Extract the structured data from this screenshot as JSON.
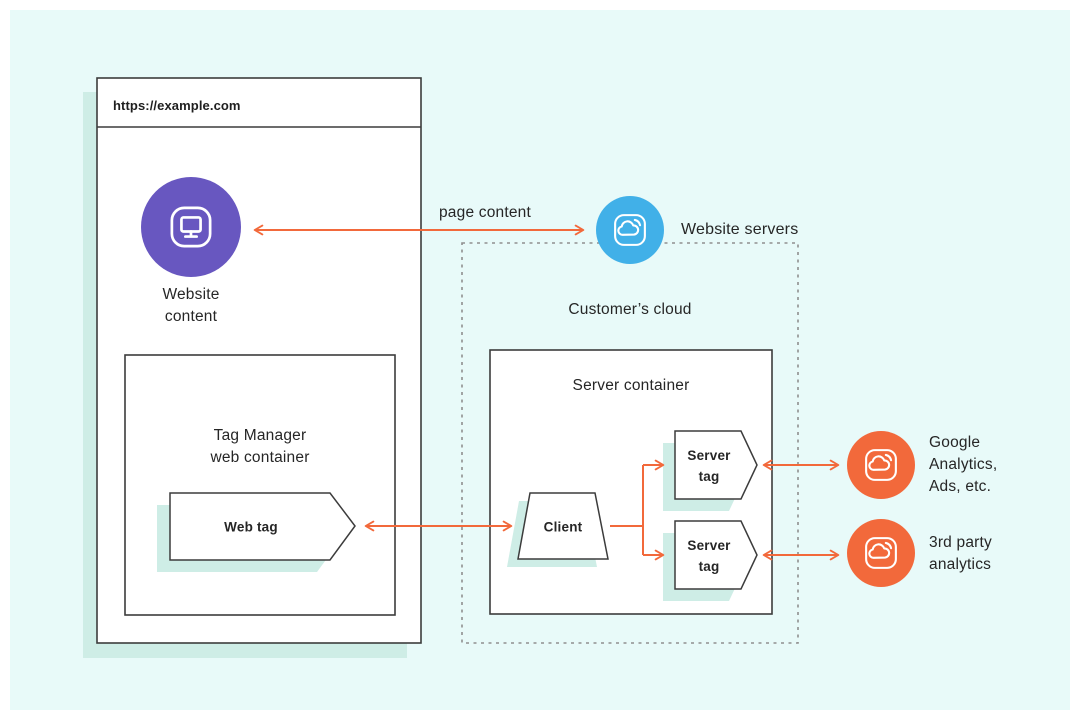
{
  "colors": {
    "background": "#e8faf9",
    "shadow_teal": "#ceede6",
    "purple": "#6857c0",
    "blue": "#41b0e8",
    "orange": "#f2693b",
    "box_border": "#3c3c3c",
    "dashed_border": "#8f8f8f",
    "text": "#262626"
  },
  "browser": {
    "url": "https://example.com",
    "website_content": {
      "line1": "Website",
      "line2": "content"
    },
    "web_container": {
      "title_line1": "Tag Manager",
      "title_line2": "web container",
      "web_tag": "Web tag"
    }
  },
  "connections": {
    "page_content": "page content"
  },
  "website_servers_label": "Website servers",
  "cloud": {
    "label": "Customer’s cloud",
    "server_container": {
      "title": "Server container",
      "client": "Client",
      "tag1": {
        "line1": "Server",
        "line2": "tag"
      },
      "tag2": {
        "line1": "Server",
        "line2": "tag"
      }
    }
  },
  "destinations": {
    "google": {
      "line1": "Google",
      "line2": "Analytics,",
      "line3": "Ads, etc."
    },
    "third_party": {
      "line1": "3rd party",
      "line2": "analytics"
    }
  }
}
